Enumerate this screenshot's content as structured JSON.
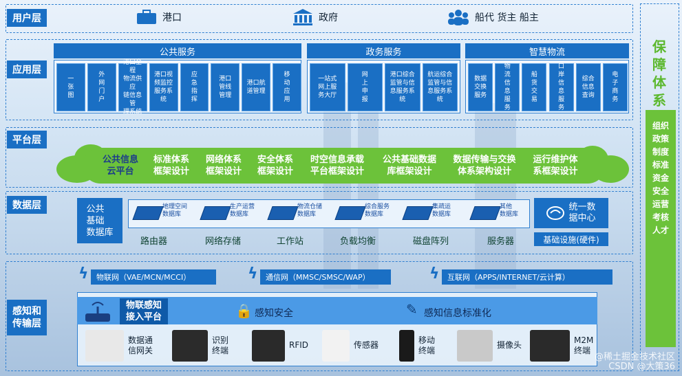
{
  "layers": {
    "user": "用户层",
    "app": "应用层",
    "platform": "平台层",
    "data": "数据层",
    "sense": "感知和\n传输层"
  },
  "users": [
    "港口",
    "政府",
    "船代 货主 船主"
  ],
  "app_groups": [
    {
      "title": "公共服务",
      "items": [
        "一\n张\n图",
        "外\n网\n门\n户",
        "港口全程\n物流供应\n链信息管\n理系统",
        "港口视\n频监控\n服务系\n统",
        "应\n急\n指\n挥",
        "港口\n管线\n管理",
        "港口航\n道管理",
        "移\n动\n应\n用"
      ]
    },
    {
      "title": "政务服务",
      "items": [
        "一站式\n网上服\n务大厅",
        "网\n上\n申\n报",
        "港口综合\n监管与信\n息服务系\n统",
        "航运综合\n监管与信\n息服务系\n统"
      ]
    },
    {
      "title": "智慧物流",
      "items": [
        "数据\n交换\n服务",
        "物\n流\n信\n息\n服\n务",
        "船\n货\n交\n易",
        "口\n岸\n信\n息\n服\n务",
        "综合\n信息\n查询",
        "电\n子\n商\n务"
      ]
    }
  ],
  "platform_items": [
    "公共信息\n云平台",
    "标准体系\n框架设计",
    "网络体系\n框架设计",
    "安全体系\n框架设计",
    "时空信息承载\n平台框架设计",
    "公共基础数据\n库框架设计",
    "数据传输与交换\n体系架构设计",
    "运行维护体\n系框架设计"
  ],
  "data_layer": {
    "public_db": "公共\n基础\n数据库",
    "dbs": [
      "地理空间\n数据库",
      "生产运营\n数据库",
      "物流仓储\n数据库",
      "综合服务\n数据库",
      "集疏运\n数据库",
      "其他\n数据库"
    ],
    "center": "统一数\n据中心",
    "infra": [
      "路由器",
      "网络存储",
      "工作站",
      "负载均衡",
      "磁盘阵列",
      "服务器"
    ],
    "infra_label": "基础设施(硬件)"
  },
  "networks": [
    "物联网（VAE/MCN/MCCI）",
    "通信网（MMSC/SMSC/WAP）",
    "互联网（APPS/INTERNET/云计算）"
  ],
  "sense": {
    "platform": "物联感知\n接入平台",
    "security": "感知安全",
    "standard": "感知信息标准化",
    "devices": [
      "数据通\n信网关",
      "识别\n终端",
      "RFID",
      "传感器",
      "移动\n终端",
      "摄像头",
      "M2M\n终端"
    ]
  },
  "guarantee": {
    "title": "保\n障\n体\n系",
    "items": "组织\n政策\n制度\n标准\n资金\n安全\n运营\n考核\n人才"
  },
  "watermark": "@稀土掘金技术社区\nCSDN @大策36",
  "colors": {
    "primary": "#1a6fc4",
    "green": "#6cc23a"
  }
}
